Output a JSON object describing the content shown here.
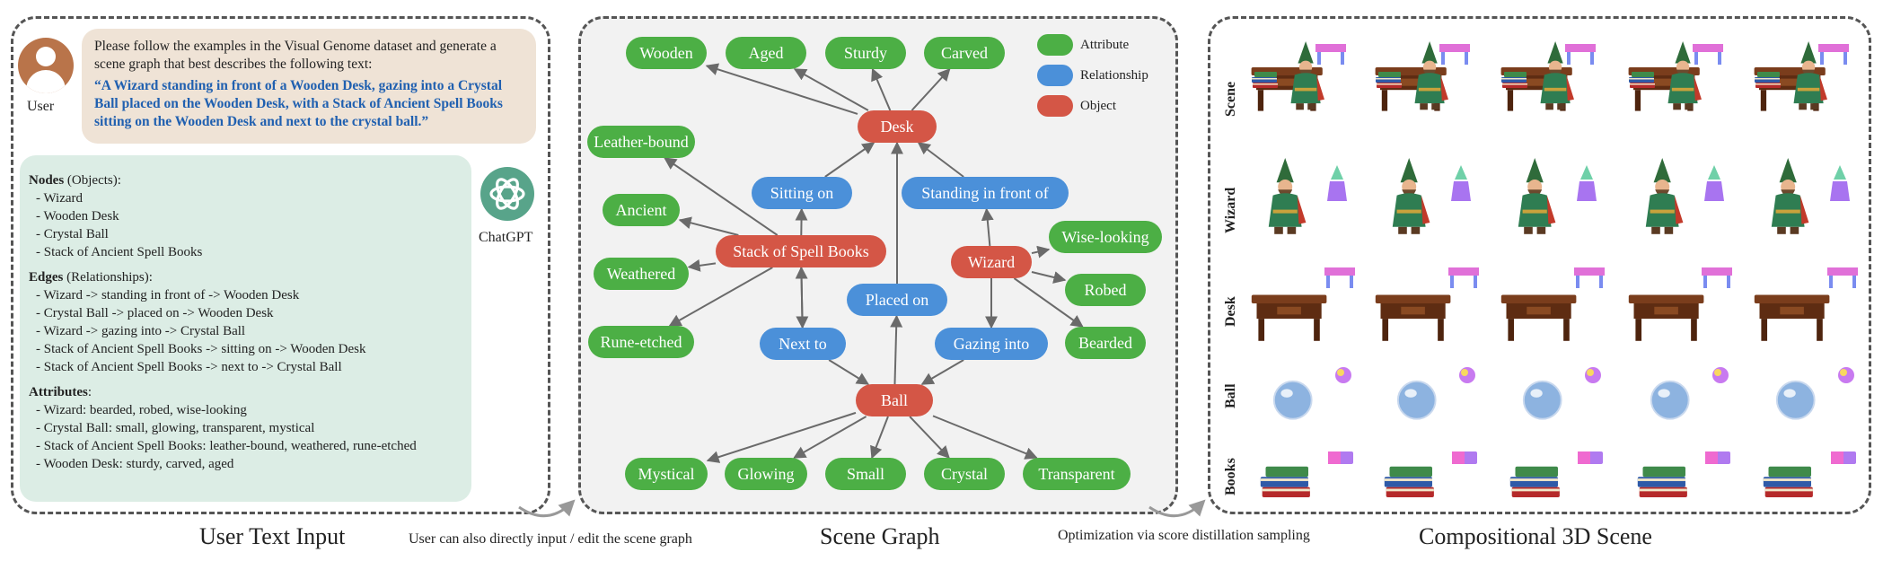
{
  "user_input": {
    "user_label": "User",
    "prompt_text": "Please follow the examples in the Visual Genome dataset and generate a scene graph that best describes the following text:",
    "prompt_quote": "“A Wizard standing in front of a Wooden Desk, gazing into a Crystal Ball placed on the Wooden Desk, with a Stack of Ancient Spell Books sitting on the Wooden Desk and next to the crystal ball.”",
    "assistant_label": "ChatGPT",
    "nodes_title": "Nodes",
    "nodes_suffix": " (Objects):",
    "nodes": [
      "- Wizard",
      "- Wooden Desk",
      "- Crystal Ball",
      "- Stack of Ancient Spell Books"
    ],
    "edges_title": "Edges",
    "edges_suffix": " (Relationships):",
    "edges": [
      "- Wizard -> standing in front of -> Wooden Desk",
      "- Crystal Ball -> placed on -> Wooden Desk",
      "- Wizard -> gazing into -> Crystal Ball",
      "- Stack of Ancient Spell Books -> sitting on -> Wooden Desk",
      "- Stack of Ancient Spell Books -> next to -> Crystal Ball"
    ],
    "attributes_title": "Attributes",
    "attributes_suffix": ":",
    "attributes": [
      "- Wizard: bearded, robed, wise-looking",
      "- Crystal Ball: small, glowing, transparent, mystical",
      "- Stack of Ancient Spell Books: leather-bound, weathered, rune-etched",
      "- Wooden Desk: sturdy, carved, aged"
    ]
  },
  "colors": {
    "attribute": "#4caf45",
    "relationship": "#4b90d9",
    "object": "#d45646",
    "edge": "#6a6a6a"
  },
  "legend": [
    "Attribute",
    "Relationship",
    "Object"
  ],
  "graph": {
    "nodes": {
      "wooden": {
        "label": "Wooden",
        "type": "attribute"
      },
      "aged": {
        "label": "Aged",
        "type": "attribute"
      },
      "sturdy": {
        "label": "Sturdy",
        "type": "attribute"
      },
      "carved": {
        "label": "Carved",
        "type": "attribute"
      },
      "desk": {
        "label": "Desk",
        "type": "object"
      },
      "leather": {
        "label": "Leather-bound",
        "type": "attribute"
      },
      "ancient": {
        "label": "Ancient",
        "type": "attribute"
      },
      "weathered": {
        "label": "Weathered",
        "type": "attribute"
      },
      "rune": {
        "label": "Rune-etched",
        "type": "attribute"
      },
      "sitting": {
        "label": "Sitting on",
        "type": "relationship"
      },
      "standing": {
        "label": "Standing in front of",
        "type": "relationship"
      },
      "stack": {
        "label": "Stack of Spell Books",
        "type": "object"
      },
      "wizard": {
        "label": "Wizard",
        "type": "object"
      },
      "wise": {
        "label": "Wise-looking",
        "type": "attribute"
      },
      "robed": {
        "label": "Robed",
        "type": "attribute"
      },
      "bearded": {
        "label": "Bearded",
        "type": "attribute"
      },
      "placed": {
        "label": "Placed on",
        "type": "relationship"
      },
      "nextto": {
        "label": "Next to",
        "type": "relationship"
      },
      "gazing": {
        "label": "Gazing into",
        "type": "relationship"
      },
      "ball": {
        "label": "Ball",
        "type": "object"
      },
      "mystical": {
        "label": "Mystical",
        "type": "attribute"
      },
      "glowing": {
        "label": "Glowing",
        "type": "attribute"
      },
      "small": {
        "label": "Small",
        "type": "attribute"
      },
      "crystal": {
        "label": "Crystal",
        "type": "attribute"
      },
      "transparent": {
        "label": "Transparent",
        "type": "attribute"
      }
    },
    "edges": [
      [
        "desk",
        "wooden"
      ],
      [
        "desk",
        "aged"
      ],
      [
        "desk",
        "sturdy"
      ],
      [
        "desk",
        "carved"
      ],
      [
        "stack",
        "leather"
      ],
      [
        "stack",
        "ancient"
      ],
      [
        "stack",
        "weathered"
      ],
      [
        "stack",
        "rune"
      ],
      [
        "stack",
        "sitting"
      ],
      [
        "sitting",
        "desk"
      ],
      [
        "wizard",
        "standing"
      ],
      [
        "standing",
        "desk"
      ],
      [
        "wizard",
        "wise"
      ],
      [
        "wizard",
        "robed"
      ],
      [
        "wizard",
        "bearded"
      ],
      [
        "placed",
        "desk"
      ],
      [
        "ball",
        "placed"
      ],
      [
        "stack",
        "nextto"
      ],
      [
        "nextto",
        "stack"
      ],
      [
        "nextto",
        "ball"
      ],
      [
        "wizard",
        "gazing"
      ],
      [
        "gazing",
        "ball"
      ],
      [
        "ball",
        "mystical"
      ],
      [
        "ball",
        "glowing"
      ],
      [
        "ball",
        "small"
      ],
      [
        "ball",
        "crystal"
      ],
      [
        "ball",
        "transparent"
      ]
    ]
  },
  "scene": {
    "rows": [
      "Scene",
      "Wizard",
      "Desk",
      "Ball",
      "Books"
    ]
  },
  "captions": {
    "input": "User Text Input",
    "graph": "Scene Graph",
    "scene": "Compositional 3D Scene",
    "note_left": "User can also directly input / edit the scene graph",
    "note_right": "Optimization via score distillation sampling"
  }
}
